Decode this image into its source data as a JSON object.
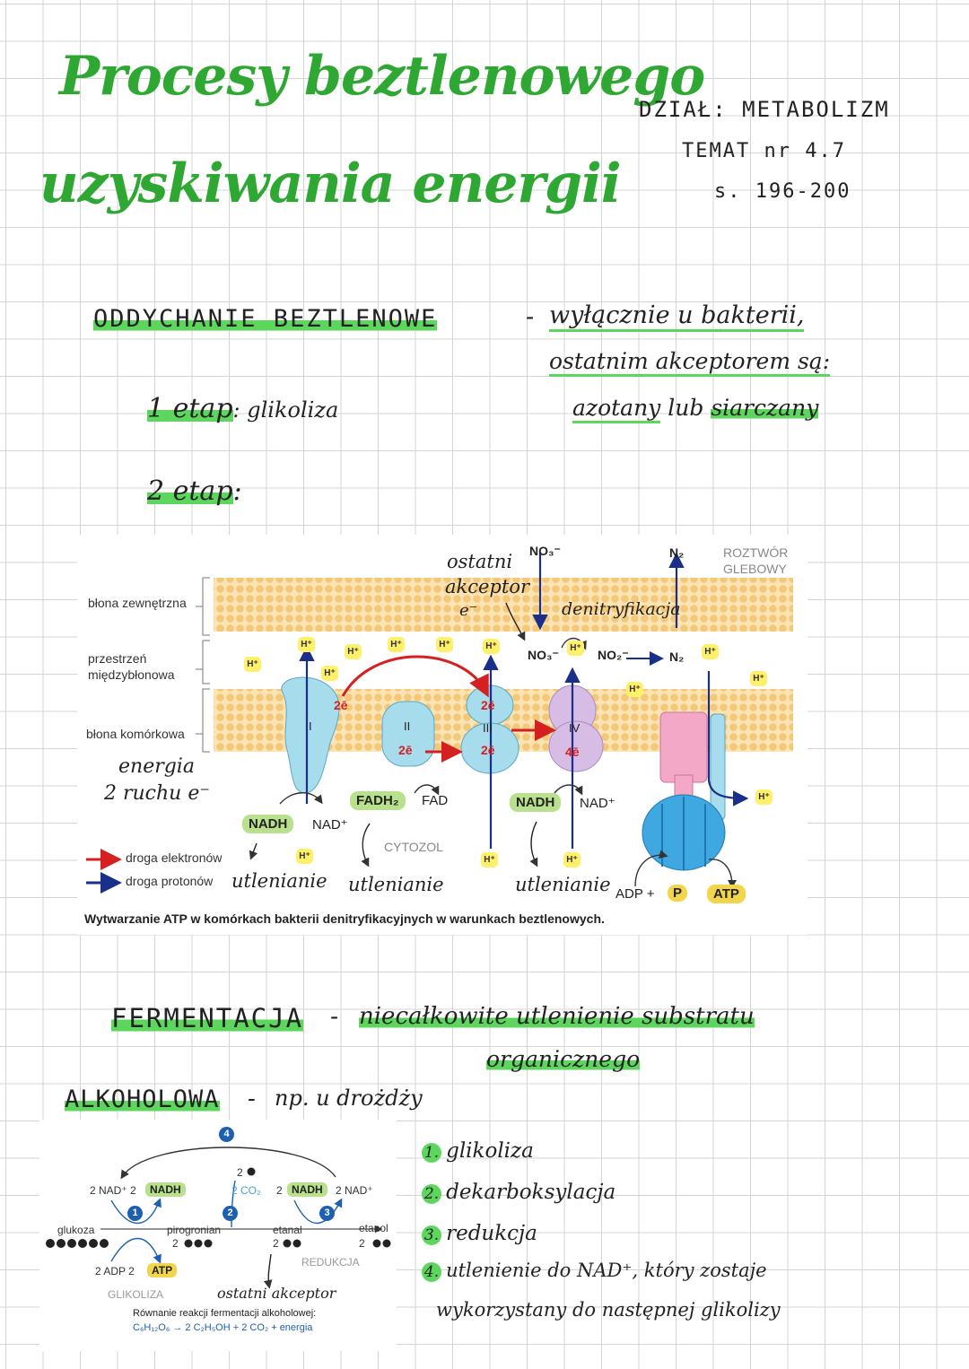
{
  "header": {
    "title_line1": "Procesy beztlenowego",
    "title_line2": "uzyskiwania energii",
    "dzial": "DZIAŁ: METABOLIZM",
    "temat": "TEMAT nr 4.7",
    "strony": "s. 196-200"
  },
  "respiration": {
    "heading": "ODDYCHANIE BEZTLENOWE",
    "dash": "-",
    "desc_line1": "wyłącznie u bakterii,",
    "desc_line2": "ostatnim akceptorem są:",
    "desc_line3_a": "azotany",
    "desc_line3_b": "lub",
    "desc_line3_c": "siarczany",
    "etap1_label": "1 etap",
    "etap1_value": ": glikoliza",
    "etap2_label": "2 etap",
    "etap2_colon": ":"
  },
  "diagram": {
    "membrane_outer": "błona zewnętrzna",
    "periplasm_1": "przestrzeń",
    "periplasm_2": "międzybłonowa",
    "membrane_cell": "błona komórkowa",
    "soil_1": "ROZTWÓR",
    "soil_2": "GLEBOWY",
    "cytosol": "CYTOZOL",
    "hplus": "H⁺",
    "complex_1": "I",
    "complex_2": "II",
    "complex_3": "III",
    "complex_4": "IV",
    "two_e": "2ē",
    "four_e": "4ē",
    "no3_top": "NO₃⁻",
    "no3_mid": "NO₃⁻",
    "no2": "NO₂⁻",
    "n2_top": "N₂",
    "n2_mid": "N₂",
    "nadh": "NADH",
    "nad": "NAD⁺",
    "fadh2": "FADH₂",
    "fad": "FAD",
    "adp": "ADP +",
    "p": "P",
    "atp": "ATP",
    "legend_electrons": "droga elektronów",
    "legend_protons": "droga protonów",
    "caption": "Wytwarzanie ATP w komórkach bakterii denitryfikacyjnych w warunkach beztlenowych.",
    "note_ostatni": "ostatni",
    "note_akceptor": "akceptor",
    "note_e": "e⁻",
    "note_denitr": "denitryfikacja",
    "note_energia": "energia",
    "note_ruch": "2 ruchu e⁻",
    "note_utl": "utlenianie",
    "color_electron": "#d42020",
    "color_proton": "#1a2f8a",
    "color_complex": "#a7dcec",
    "color_complex4": "#d7bde6",
    "color_atpsyn": "#f3a8c8"
  },
  "fermentation": {
    "heading": "FERMENTACJA",
    "dash": "-",
    "desc_line1": "niecałkowite utlenienie substratu",
    "desc_line2": "organicznego",
    "alk_heading": "ALKOHOLOWA",
    "alk_dash": "-",
    "alk_desc": "np. u drożdży",
    "steps": [
      {
        "n": "1.",
        "text": "glikoliza"
      },
      {
        "n": "2.",
        "text": "dekarboksylacja"
      },
      {
        "n": "3.",
        "text": "redukcja"
      },
      {
        "n": "4.",
        "text": "utlenienie do NAD⁺, który zostaje"
      }
    ],
    "step4_cont": "wykorzystany do następnej glikolizy",
    "diagram": {
      "n1": "1",
      "n2": "2",
      "n3": "3",
      "n4": "4",
      "two_nad": "2 NAD⁺ 2",
      "nadh": "NADH",
      "two_co2_top": "2",
      "co2": "2 CO₂",
      "two_nadh_pre": "2",
      "nad_right": "2 NAD⁺",
      "glukoza": "glukoza",
      "pirogronian": "pirogronian",
      "piro_count": "2",
      "etanal": "etanal",
      "etanal_count": "2",
      "etanol": "etanol",
      "etanol_count": "2",
      "adp": "2 ADP 2",
      "atp": "ATP",
      "glikoliza": "GLIKOLIZA",
      "redukcja": "REDUKCJA",
      "ostatni": "ostatni akceptor",
      "eq_title": "Równanie reakcji fermentacji alkoholowej:",
      "eq": "C₆H₁₂O₆ → 2 C₂H₅OH + 2 CO₂ + energia"
    }
  }
}
